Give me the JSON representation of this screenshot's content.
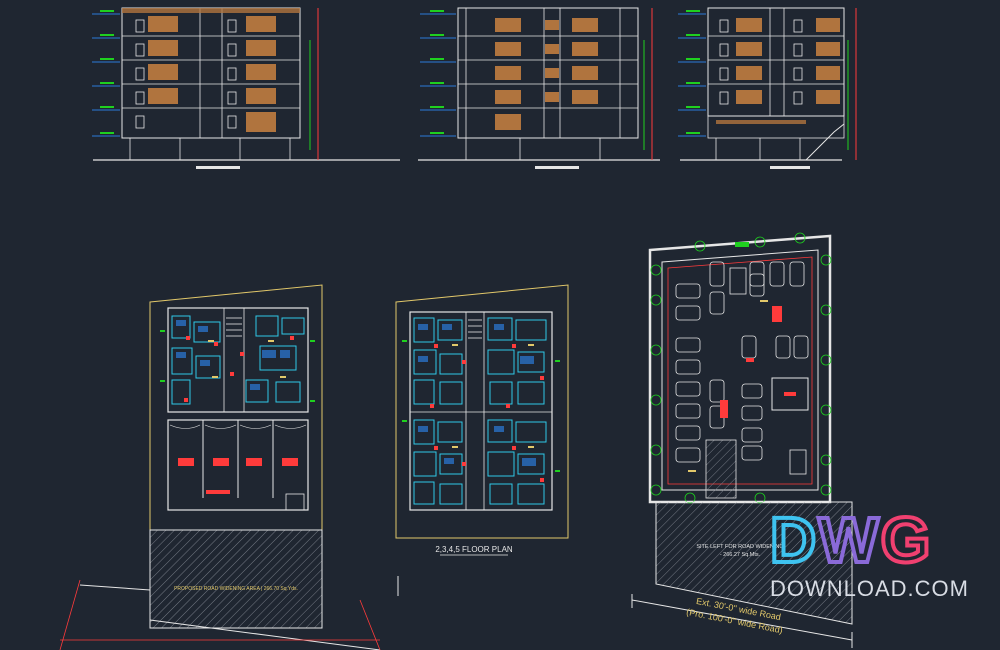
{
  "drawing": {
    "floor_plan_label": "2,3,4,5 FLOOR PLAN",
    "road_widening_note_line1": "SITE LEFT FOR ROAD WIDENING",
    "road_widening_note_line2": "- 266.27 Sq.Mts.",
    "proposed_widening_note": "PROPOSED ROAD WIDENING AREA  |  266.70 Sq.Yds.",
    "road_label_line1": "Ext. 30'-0\" wide Road",
    "road_label_line2": "(Pro. 100'-0\" wide Road)"
  },
  "watermark": {
    "letter_d": "D",
    "letter_w": "W",
    "letter_g": "G",
    "subtitle": "DOWNLOAD.COM"
  },
  "colors": {
    "background": "#1f2631",
    "line": "#e6e6e6",
    "green": "#1fd01f",
    "red": "#ff3b3b",
    "blue": "#2b7bd9",
    "cyan": "#2fc8e8",
    "wood": "#b0743e",
    "yellow": "#e2c86a"
  }
}
